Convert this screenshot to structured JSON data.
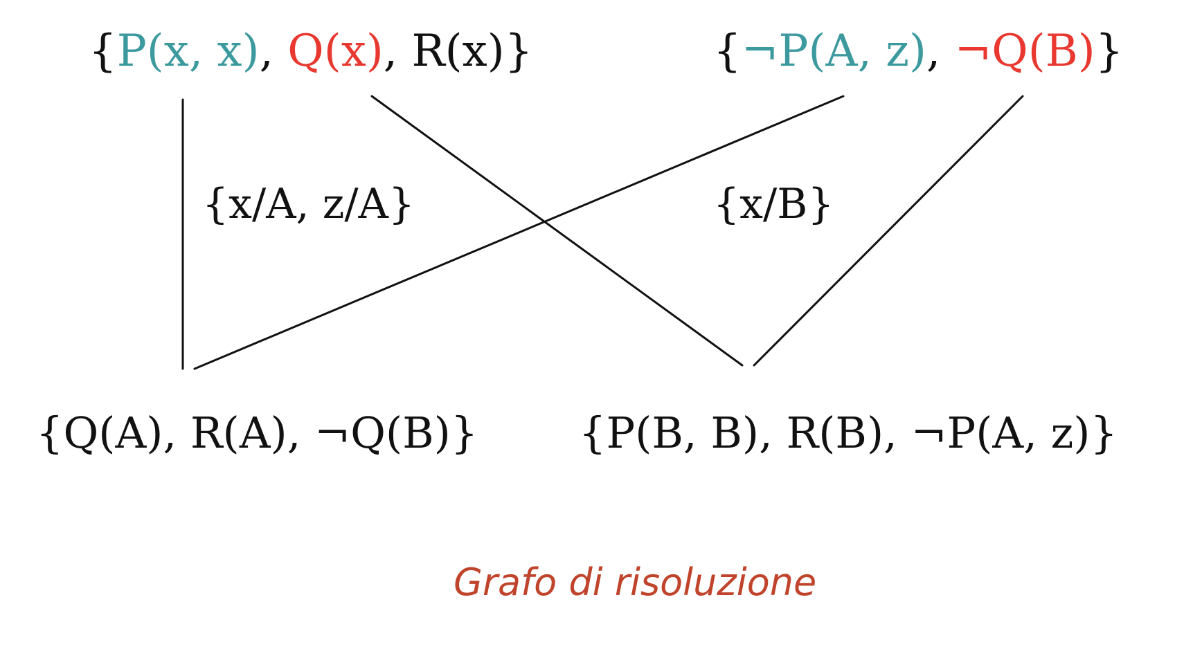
{
  "clauses": {
    "top_left": {
      "open": "{",
      "close": "}",
      "sep": ", ",
      "literals": [
        {
          "text": "P(x, x)",
          "color": "teal"
        },
        {
          "text": "Q(x)",
          "color": "red"
        },
        {
          "text": "R(x)",
          "color": "black"
        }
      ]
    },
    "top_right": {
      "open": "{",
      "close": "}",
      "sep": ", ",
      "literals": [
        {
          "text": "¬P(A, z)",
          "color": "teal"
        },
        {
          "text": "¬Q(B)",
          "color": "red"
        }
      ]
    },
    "bottom_left": {
      "open": "{",
      "close": "}",
      "sep": ", ",
      "literals": [
        {
          "text": "Q(A)",
          "color": "black"
        },
        {
          "text": "R(A)",
          "color": "black"
        },
        {
          "text": "¬Q(B)",
          "color": "black"
        }
      ]
    },
    "bottom_right": {
      "open": "{",
      "close": "}",
      "sep": ", ",
      "literals": [
        {
          "text": "P(B, B)",
          "color": "black"
        },
        {
          "text": "R(B)",
          "color": "black"
        },
        {
          "text": "¬P(A, z)",
          "color": "black"
        }
      ]
    }
  },
  "substitutions": {
    "left": "{x/A, z/A}",
    "right": "{x/B}"
  },
  "edges": [
    {
      "from": "top_left.P(x, x)",
      "to": "bottom_left"
    },
    {
      "from": "top_right.¬P(A, z)",
      "to": "bottom_left"
    },
    {
      "from": "top_left.Q(x)",
      "to": "bottom_right"
    },
    {
      "from": "top_right.¬Q(B)",
      "to": "bottom_right"
    }
  ],
  "caption": "Grafo di risoluzione",
  "colors": {
    "teal": "#3c9a9f",
    "red": "#e8382f",
    "black": "#111111",
    "caption": "#c0432b",
    "edge": "#111111"
  }
}
